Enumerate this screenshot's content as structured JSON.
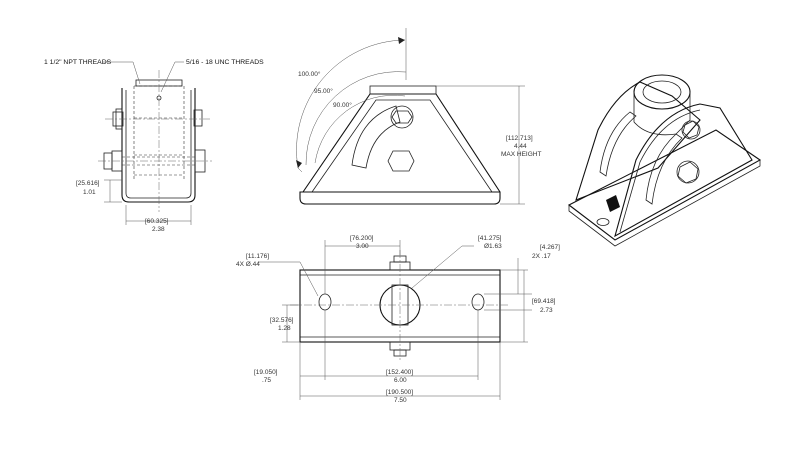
{
  "notes": {
    "npt_threads": "1 1/2\" NPT THREADS",
    "unc_threads": "5/16 - 18 UNC THREADS"
  },
  "angles": {
    "a100": "100.00°",
    "a95": "95.00°",
    "a90": "90.00°"
  },
  "side_view": {
    "height_mm": "[25.616]",
    "height_in": "1.01",
    "width_mm": "[60.325]",
    "width_in": "2.38"
  },
  "front_view": {
    "max_height_mm": "[112.713]",
    "max_height_in": "4.44",
    "max_height_label": "MAX HEIGHT"
  },
  "top_view": {
    "hole_dia_mm": "[11.176]",
    "hole_count_dia": "4X   Ø.44",
    "center_mm": "[76.200]",
    "center_in": "3.00",
    "pipe_dia_mm": "[41.275]",
    "pipe_dia_in": "Ø1.63",
    "slot_mm": "[4.267]",
    "slot_in": "2X   .17",
    "width_mm": "[69.418]",
    "width_in": "2.73",
    "offset_mm": "[32.576]",
    "offset_in": "1.28",
    "edge_mm": "[19.050]",
    "edge_in": ".75",
    "hole_spacing_mm": "[152.400]",
    "hole_spacing_in": "6.00",
    "overall_mm": "[190.500]",
    "overall_in": "7.50"
  }
}
